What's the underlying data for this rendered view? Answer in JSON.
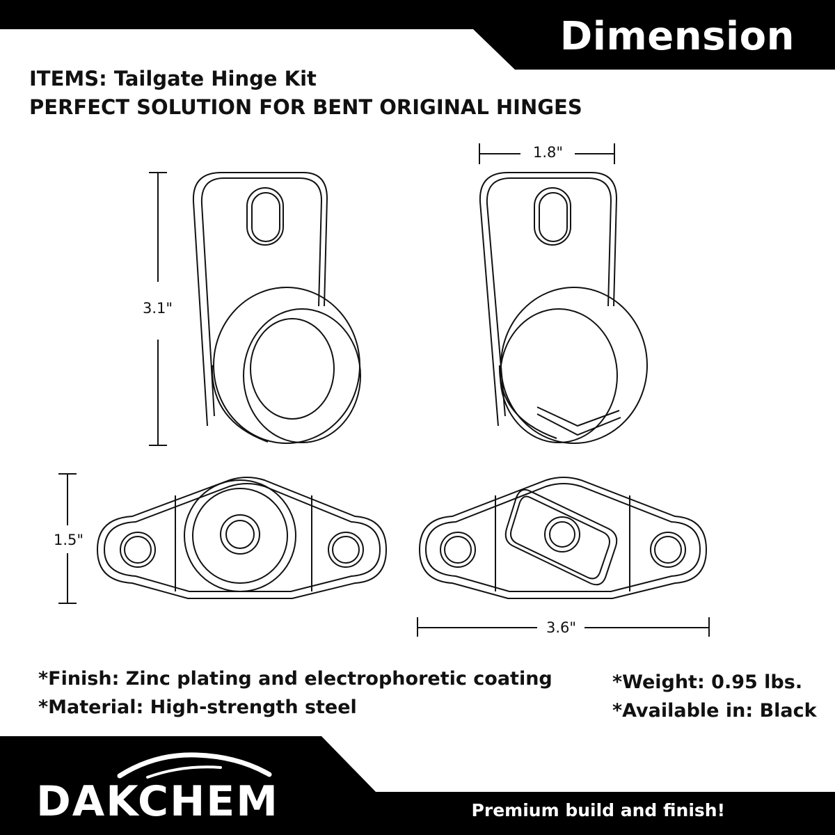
{
  "header": {
    "title": "Dimension"
  },
  "items": {
    "line1": "ITEMS: Tailgate Hinge Kit",
    "line2": "PERFECT SOLUTION FOR BENT ORIGINAL HINGES"
  },
  "dimensions": {
    "width_top": "1.8\"",
    "height_side": "3.1\"",
    "height_bottom": "1.5\"",
    "length_bottom": "3.6\""
  },
  "specs": {
    "finish": "*Finish: Zinc plating and electrophoretic coating",
    "material": "*Material: High-strength steel",
    "weight": "*Weight: 0.95 lbs.",
    "available": "*Available in: Black"
  },
  "footer": {
    "brand": "DAKCHEM",
    "tagline": "Premium build and finish!"
  },
  "colors": {
    "banner": "#000000",
    "text": "#111111",
    "background": "#ffffff"
  }
}
